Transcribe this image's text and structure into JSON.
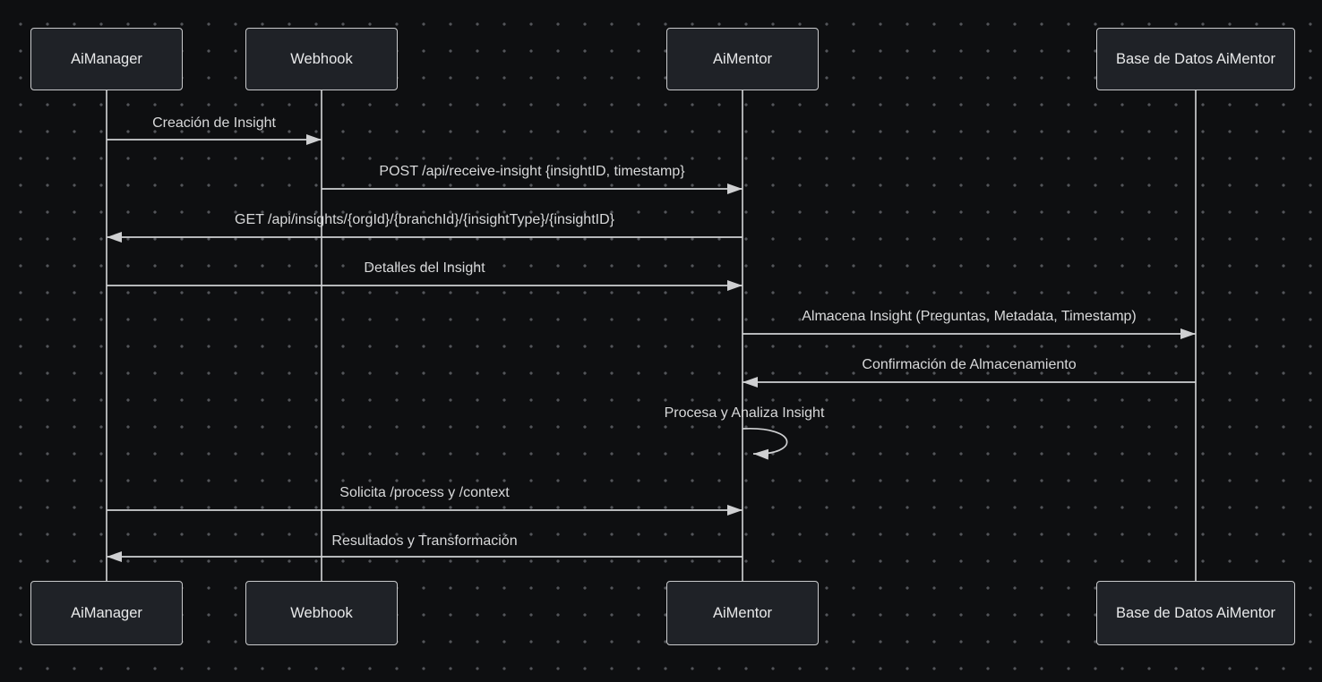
{
  "diagram": {
    "type": "sequence-diagram",
    "actors": [
      {
        "name": "AiManager"
      },
      {
        "name": "Webhook"
      },
      {
        "name": "AiMentor"
      },
      {
        "name": "Base de Datos AiMentor"
      }
    ],
    "messages": [
      {
        "label": "Creación de Insight",
        "from": "AiManager",
        "to": "Webhook",
        "direction": "right",
        "style": "solid"
      },
      {
        "label": "POST /api/receive-insight {insightID, timestamp}",
        "from": "Webhook",
        "to": "AiMentor",
        "direction": "right",
        "style": "solid"
      },
      {
        "label": "GET /api/insights/{orgId}/{branchId}/{insightType}/{insightID}",
        "from": "AiMentor",
        "to": "AiManager",
        "direction": "left",
        "style": "solid"
      },
      {
        "label": "Detalles del Insight",
        "from": "AiManager",
        "to": "AiMentor",
        "direction": "right",
        "style": "solid"
      },
      {
        "label": "Almacena Insight (Preguntas, Metadata, Timestamp)",
        "from": "AiMentor",
        "to": "Base de Datos AiMentor",
        "direction": "right",
        "style": "solid"
      },
      {
        "label": "Confirmación de Almacenamiento",
        "from": "Base de Datos AiMentor",
        "to": "AiMentor",
        "direction": "left",
        "style": "solid"
      },
      {
        "label": "Procesa y Analiza Insight",
        "from": "AiMentor",
        "to": "AiMentor",
        "direction": "self",
        "style": "solid"
      },
      {
        "label": "Solicita /process y /context",
        "from": "AiManager",
        "to": "AiMentor",
        "direction": "right",
        "style": "solid"
      },
      {
        "label": "Resultados y Transformación",
        "from": "AiMentor",
        "to": "AiManager",
        "direction": "left",
        "style": "solid"
      }
    ],
    "colors": {
      "background": "#0e0f11",
      "grid_dot": "#53555a",
      "box_fill": "#1f2227",
      "box_border": "#c9cacc",
      "arrow_line": "#cfd0d2",
      "text": "#d8d9da"
    }
  }
}
